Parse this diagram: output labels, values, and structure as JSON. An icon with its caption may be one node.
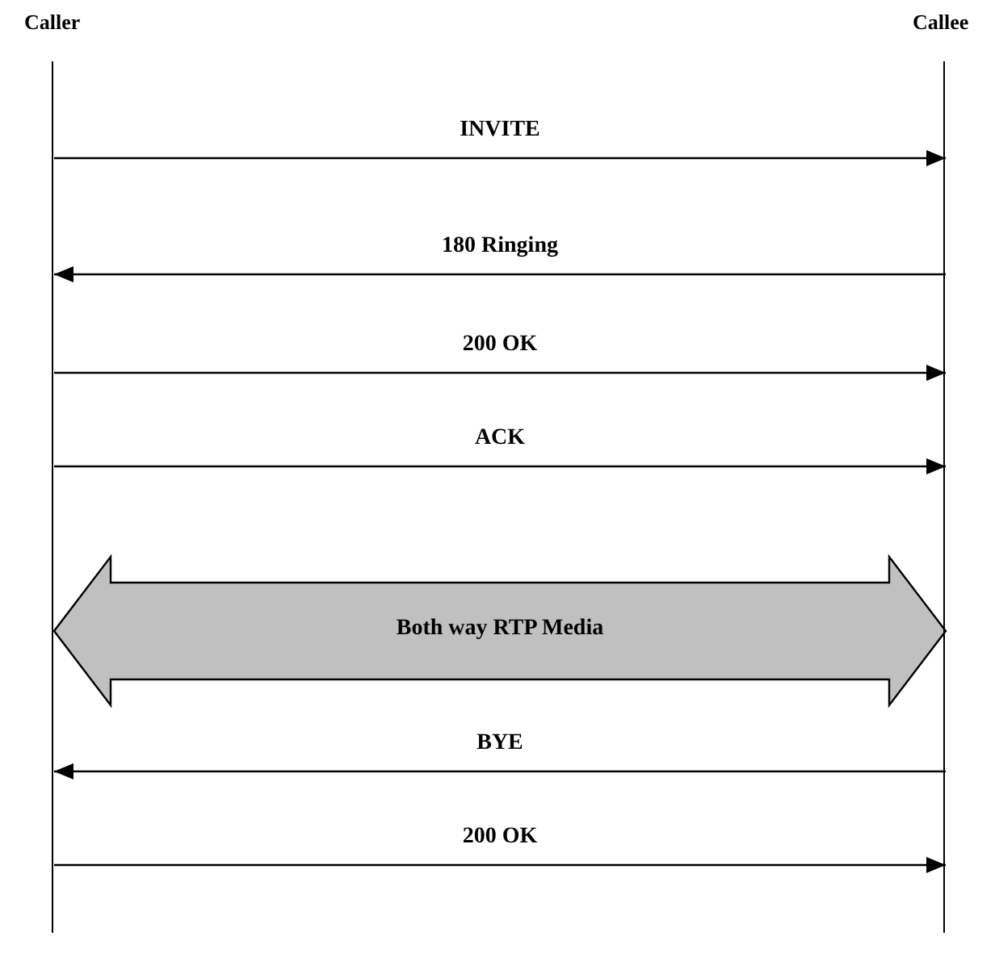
{
  "diagram": {
    "nodes": [
      {
        "text": [
          "Caller"
        ]
      },
      {
        "text": [
          "Callee"
        ]
      }
    ],
    "edges": [
      {
        "from": 0,
        "to": 1,
        "arrow": "to",
        "label": "INVITE"
      },
      {
        "from": 1,
        "to": 0,
        "arrow": "to",
        "label": "180 Ringing"
      },
      {
        "from": 0,
        "to": 1,
        "arrow": "to",
        "label": "200 OK"
      },
      {
        "from": 0,
        "to": 1,
        "arrow": "to",
        "label": "ACK"
      },
      {
        "from": 0,
        "to": 1,
        "arrow": "both",
        "label": "Both way RTP Media",
        "style": "thick"
      },
      {
        "from": 1,
        "to": 0,
        "arrow": "to",
        "label": "BYE"
      },
      {
        "from": 0,
        "to": 1,
        "arrow": "to",
        "label": "200 OK"
      }
    ]
  }
}
